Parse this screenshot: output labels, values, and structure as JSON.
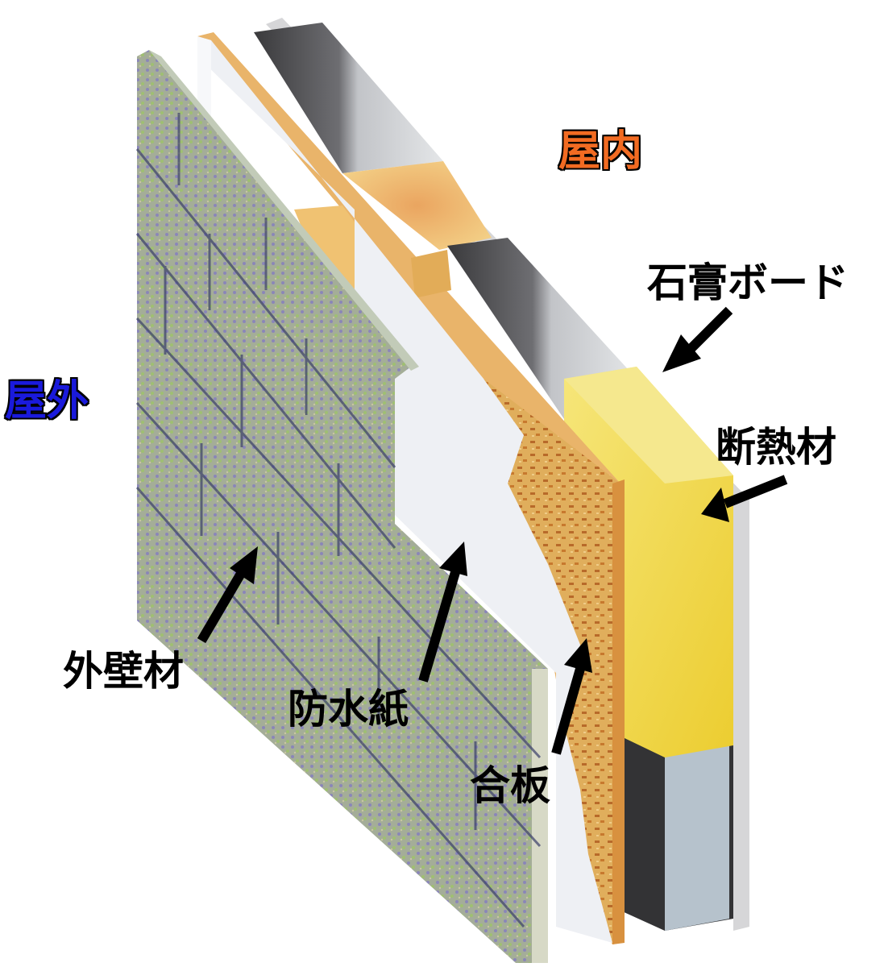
{
  "diagram": {
    "subject": "Wood-frame exterior wall cross-section",
    "sides": {
      "interior": {
        "label": "屋内",
        "color": "#f26b22"
      },
      "exterior": {
        "label": "屋外",
        "color": "#1a1adc"
      }
    },
    "layers": [
      {
        "id": "siding",
        "label": "外壁材",
        "color": "#a3ab9a"
      },
      {
        "id": "waterproof-paper",
        "label": "防水紙",
        "color": "#eef0f3"
      },
      {
        "id": "plywood",
        "label": "合板",
        "color": "#d59a4a"
      },
      {
        "id": "insulation",
        "label": "断熱材",
        "color": "#f0d84a"
      },
      {
        "id": "gypsum-board",
        "label": "石膏ボード",
        "color": "#d8d8d8"
      }
    ],
    "framing": {
      "stud_color": "#f0c87a",
      "concrete_color": "#b8bcc0"
    }
  }
}
